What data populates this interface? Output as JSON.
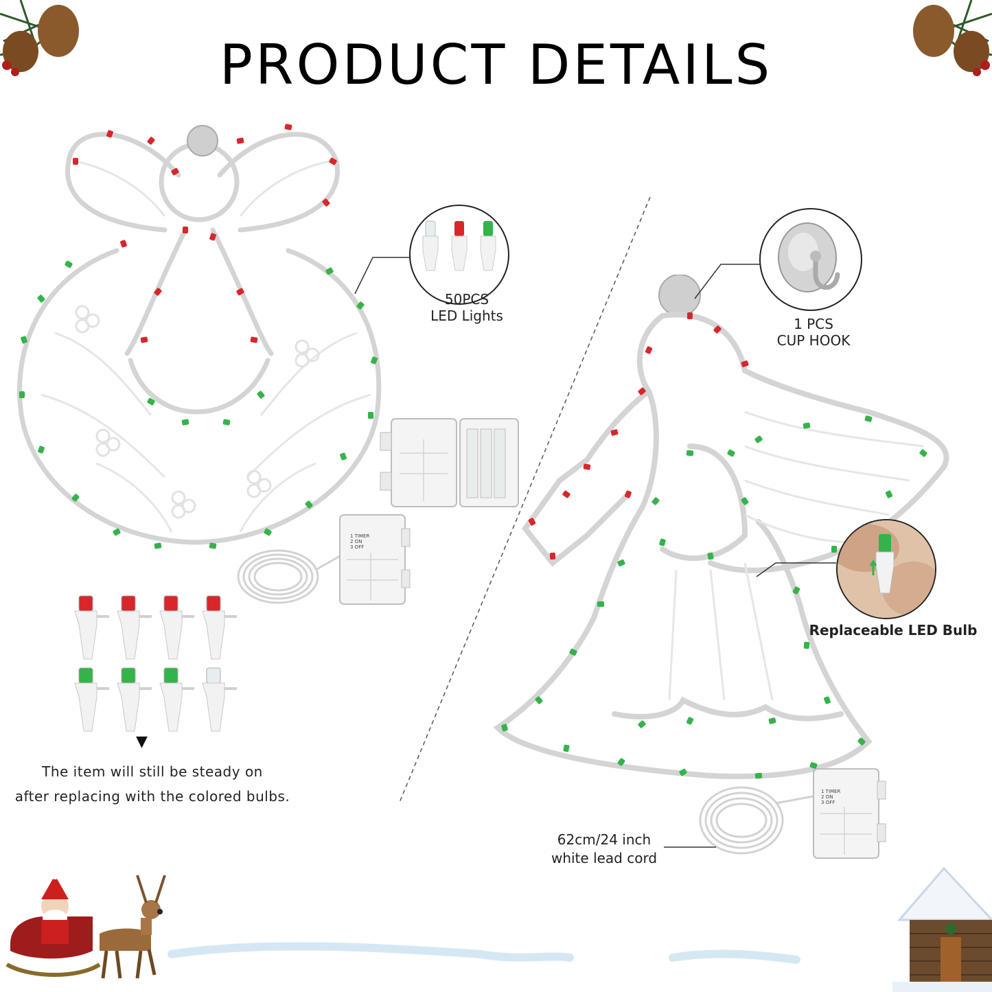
{
  "title": "PRODUCT DETAILS",
  "callouts": {
    "leds": {
      "line1": "50PCS",
      "line2": "LED Lights"
    },
    "hook": {
      "line1": "1 PCS",
      "line2": "CUP HOOK"
    },
    "bulb": {
      "text": "Replaceable LED Bulb"
    },
    "cord": {
      "line1": "62cm/24 inch",
      "line2": "white lead cord"
    }
  },
  "battery_box_labels": {
    "l1": "1 TIMER",
    "l2": "2 ON",
    "l3": "3 OFF"
  },
  "note": {
    "marker": "▼",
    "line1": "The item will still be steady on",
    "line2": "after replacing with the colored bulbs."
  },
  "colors": {
    "red_bulb": "#d8262b",
    "green_bulb": "#34b34a",
    "white_bulb": "#e8eef0",
    "frame": "#f4f4f4",
    "outline": "#cfcfcf"
  },
  "icons": [
    "pine-cone-icon",
    "santa-sleigh-icon",
    "snow-house-icon",
    "cup-hook-icon"
  ]
}
